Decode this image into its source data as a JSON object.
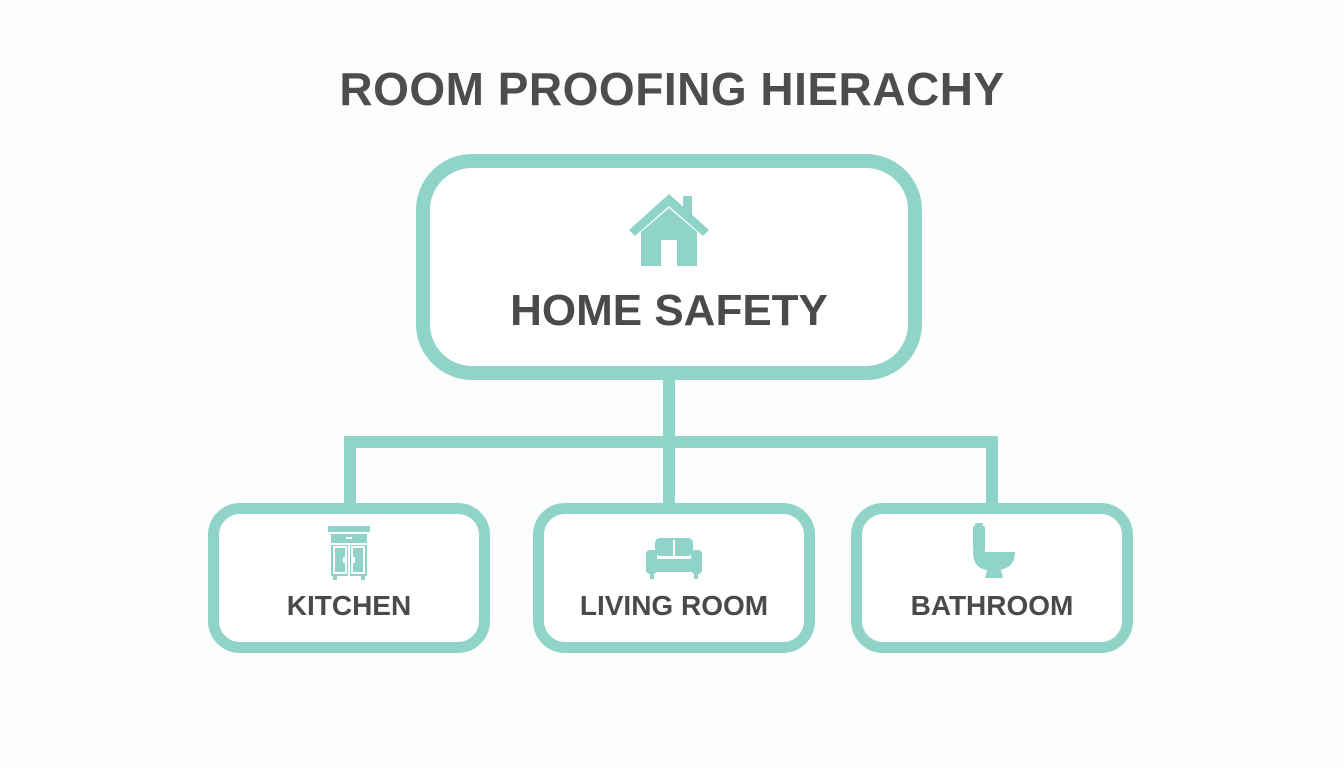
{
  "diagram": {
    "title": "ROOM PROOFING HIERACHY",
    "colors": {
      "accent": "#8fd3c9",
      "text": "#4a4a4a",
      "background": "#fcfdfd"
    },
    "root": {
      "label": "HOME SAFETY",
      "icon": "house-icon"
    },
    "children": [
      {
        "label": "KITCHEN",
        "icon": "kitchen-cabinet-icon"
      },
      {
        "label": "LIVING ROOM",
        "icon": "sofa-icon"
      },
      {
        "label": "BATHROOM",
        "icon": "toilet-icon"
      }
    ]
  }
}
